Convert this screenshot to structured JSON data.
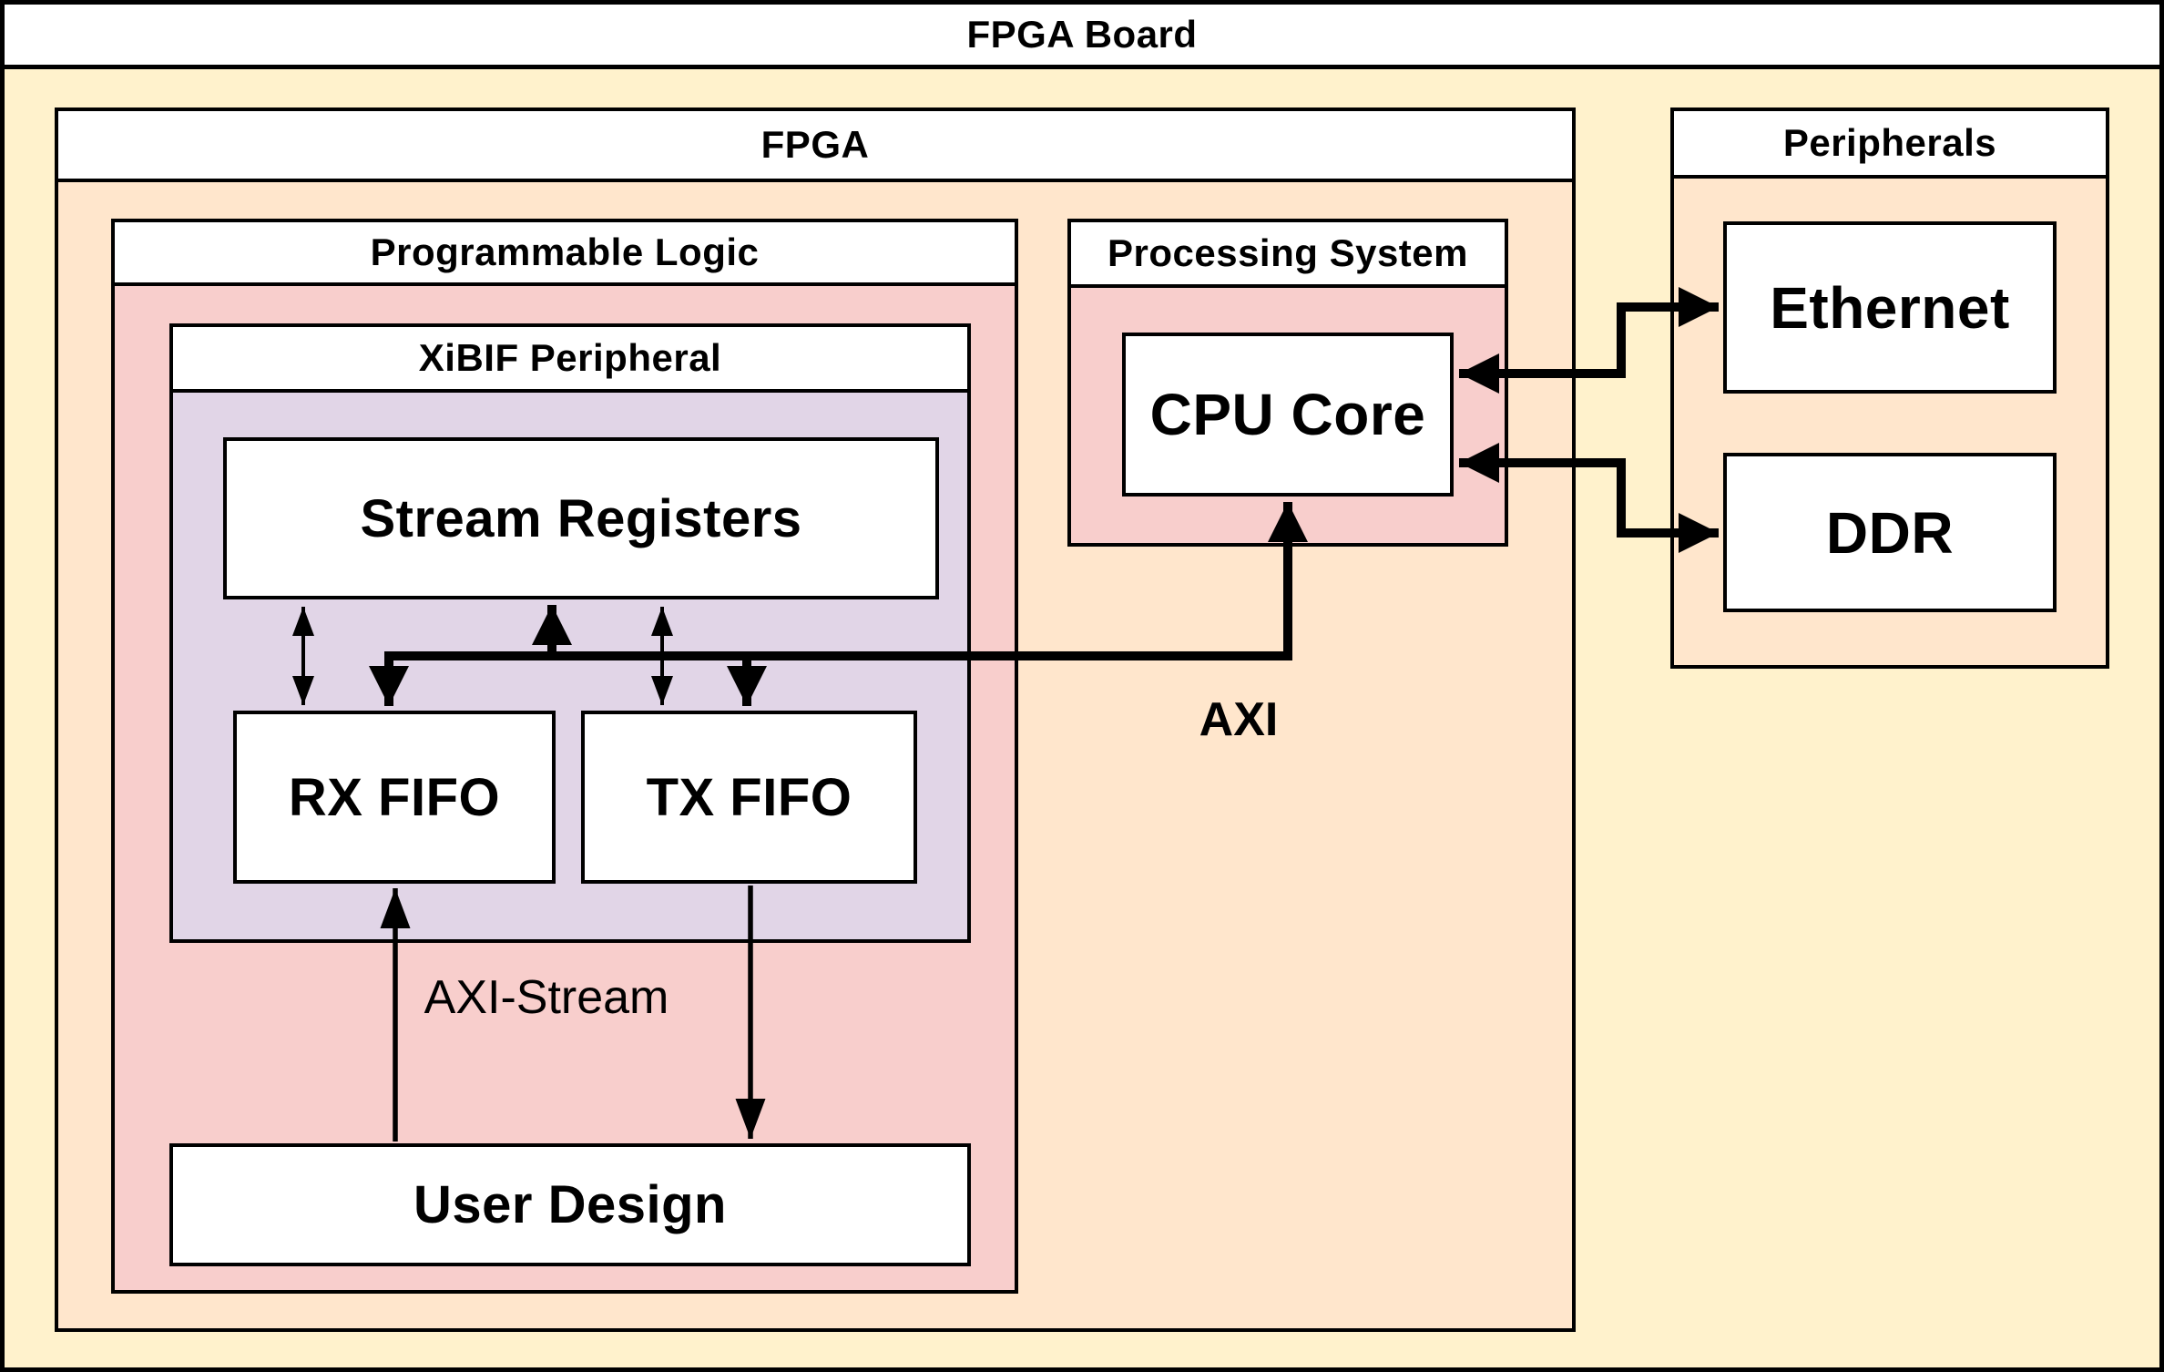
{
  "colors": {
    "board_bg": "#FFF2CC",
    "fpga_bg": "#FFE6CC",
    "logic_bg": "#F8CECC",
    "xibif_bg": "#E1D5E7",
    "node_bg": "#FFFFFF",
    "line": "#000000",
    "text": "#000000"
  },
  "board": {
    "title": "FPGA Board"
  },
  "fpga": {
    "title": "FPGA"
  },
  "programmable_logic": {
    "title": "Programmable Logic"
  },
  "xibif": {
    "title": "XiBIF Peripheral",
    "stream_registers": "Stream Registers",
    "rx_fifo": "RX FIFO",
    "tx_fifo": "TX FIFO"
  },
  "user_design": {
    "label": "User Design"
  },
  "processing_system": {
    "title": "Processing System",
    "cpu_core": "CPU Core"
  },
  "peripherals": {
    "title": "Peripherals",
    "ethernet": "Ethernet",
    "ddr": "DDR"
  },
  "buses": {
    "axi": "AXI",
    "axi_stream": "AXI-Stream"
  },
  "connections": [
    {
      "from": "CPU Core",
      "to": "Stream Registers, RX FIFO, TX FIFO",
      "label": "AXI",
      "style": "thick-bus"
    },
    {
      "from": "Stream Registers",
      "to": "RX FIFO",
      "style": "bidirectional-thin"
    },
    {
      "from": "Stream Registers",
      "to": "TX FIFO",
      "style": "bidirectional-thin"
    },
    {
      "from": "User Design",
      "to": "RX FIFO",
      "label": "AXI-Stream",
      "style": "single-up"
    },
    {
      "from": "TX FIFO",
      "to": "User Design",
      "label": "AXI-Stream",
      "style": "single-down"
    },
    {
      "from": "CPU Core",
      "to": "Ethernet",
      "style": "bidirectional-thick"
    },
    {
      "from": "CPU Core",
      "to": "DDR",
      "style": "bidirectional-thick"
    }
  ]
}
